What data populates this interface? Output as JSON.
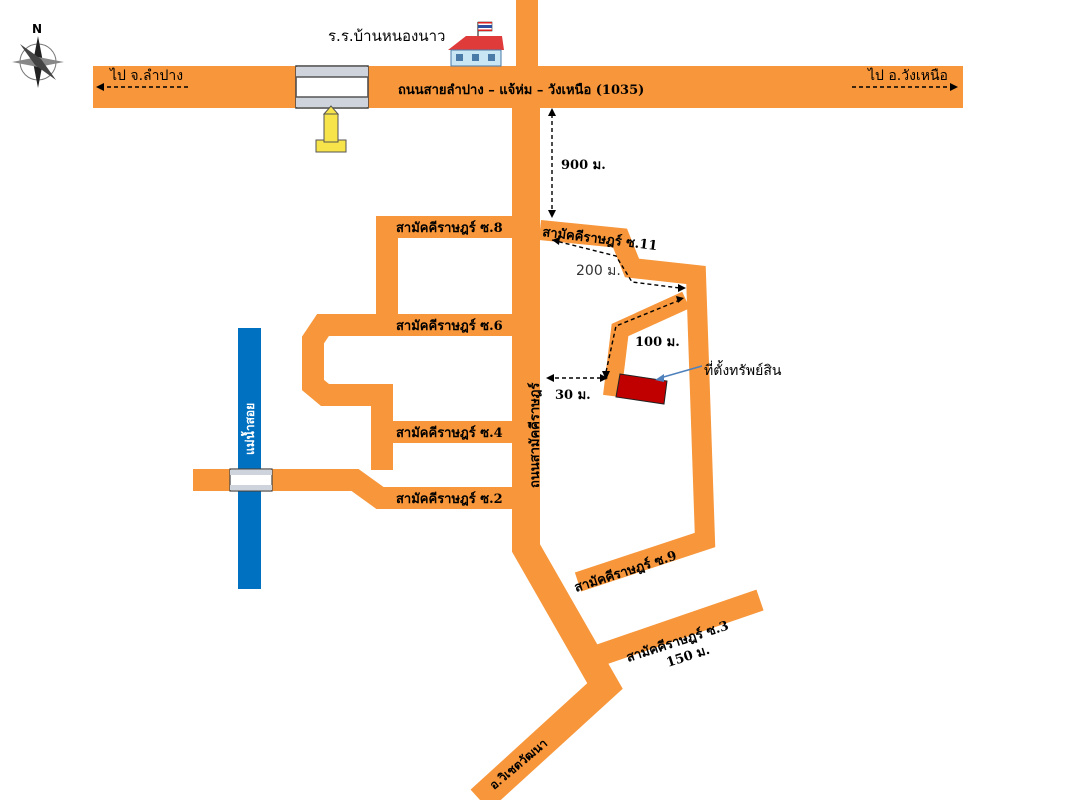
{
  "compass": {
    "label": "N"
  },
  "school": {
    "label": "ร.ร.บ้านหนองนาว"
  },
  "main_road": {
    "label": "ถนนสายลำปาง – แจ้ห่ม – วังเหนือ (1035)",
    "left_direction": "ไป จ.ลำปาง",
    "right_direction": "ไป อ.วังเหนือ"
  },
  "vertical_road": {
    "label": "ถนนสามัคคีราษฎร์"
  },
  "bottom_road": {
    "label": "อ.วิเชตวัฒนา"
  },
  "river": {
    "label": "แม่น้ำสอย"
  },
  "sois": {
    "soi8": "สามัคคีราษฎร์ ซ.8",
    "soi6": "สามัคคีราษฎร์ ซ.6",
    "soi4": "สามัคคีราษฎร์ ซ.4",
    "soi2": "สามัคคีราษฎร์ ซ.2",
    "soi11": "สามัคคีราษฎร์ ซ.11",
    "soi9": "สามัคคีราษฎร์ ซ.9",
    "soi3": "สามัคคีราษฎร์ ซ.3"
  },
  "distances": {
    "d900": "900 ม.",
    "d200": "200 ม.",
    "d100": "100 ม.",
    "d30": "30 ม.",
    "d150": "150 ม."
  },
  "property": {
    "label": "ที่ตั้งทรัพย์สิน"
  },
  "colors": {
    "road": "#F7963A",
    "river": "#0070C0",
    "property": "#C00000"
  }
}
